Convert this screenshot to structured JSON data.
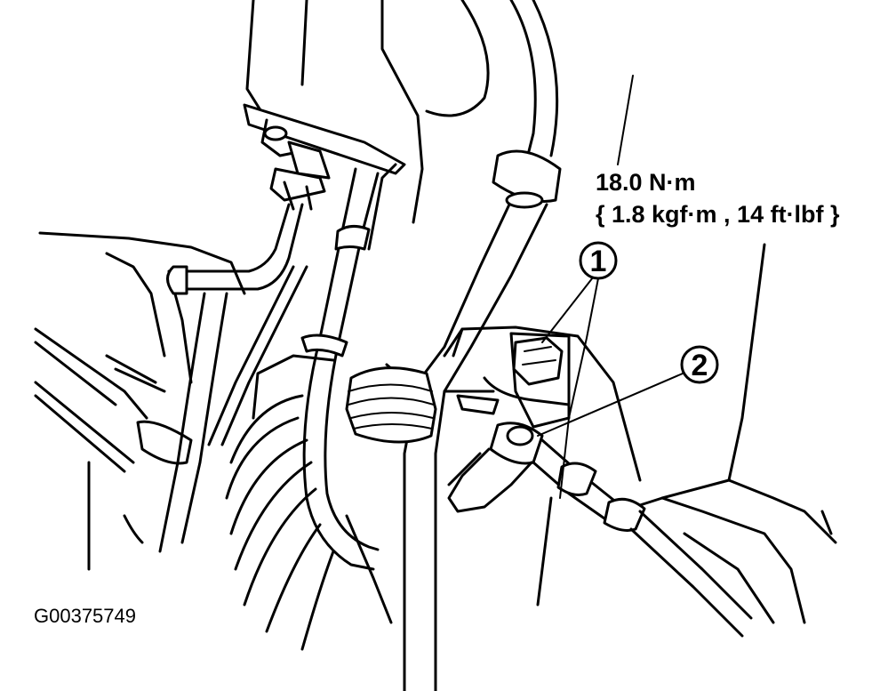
{
  "torque_spec": {
    "line1": "18.0 N·m",
    "line2": "{ 1.8 kgf·m , 14 ft·lbf }"
  },
  "callouts": [
    {
      "number": "1"
    },
    {
      "number": "2"
    }
  ],
  "figure_id": "G00375749"
}
